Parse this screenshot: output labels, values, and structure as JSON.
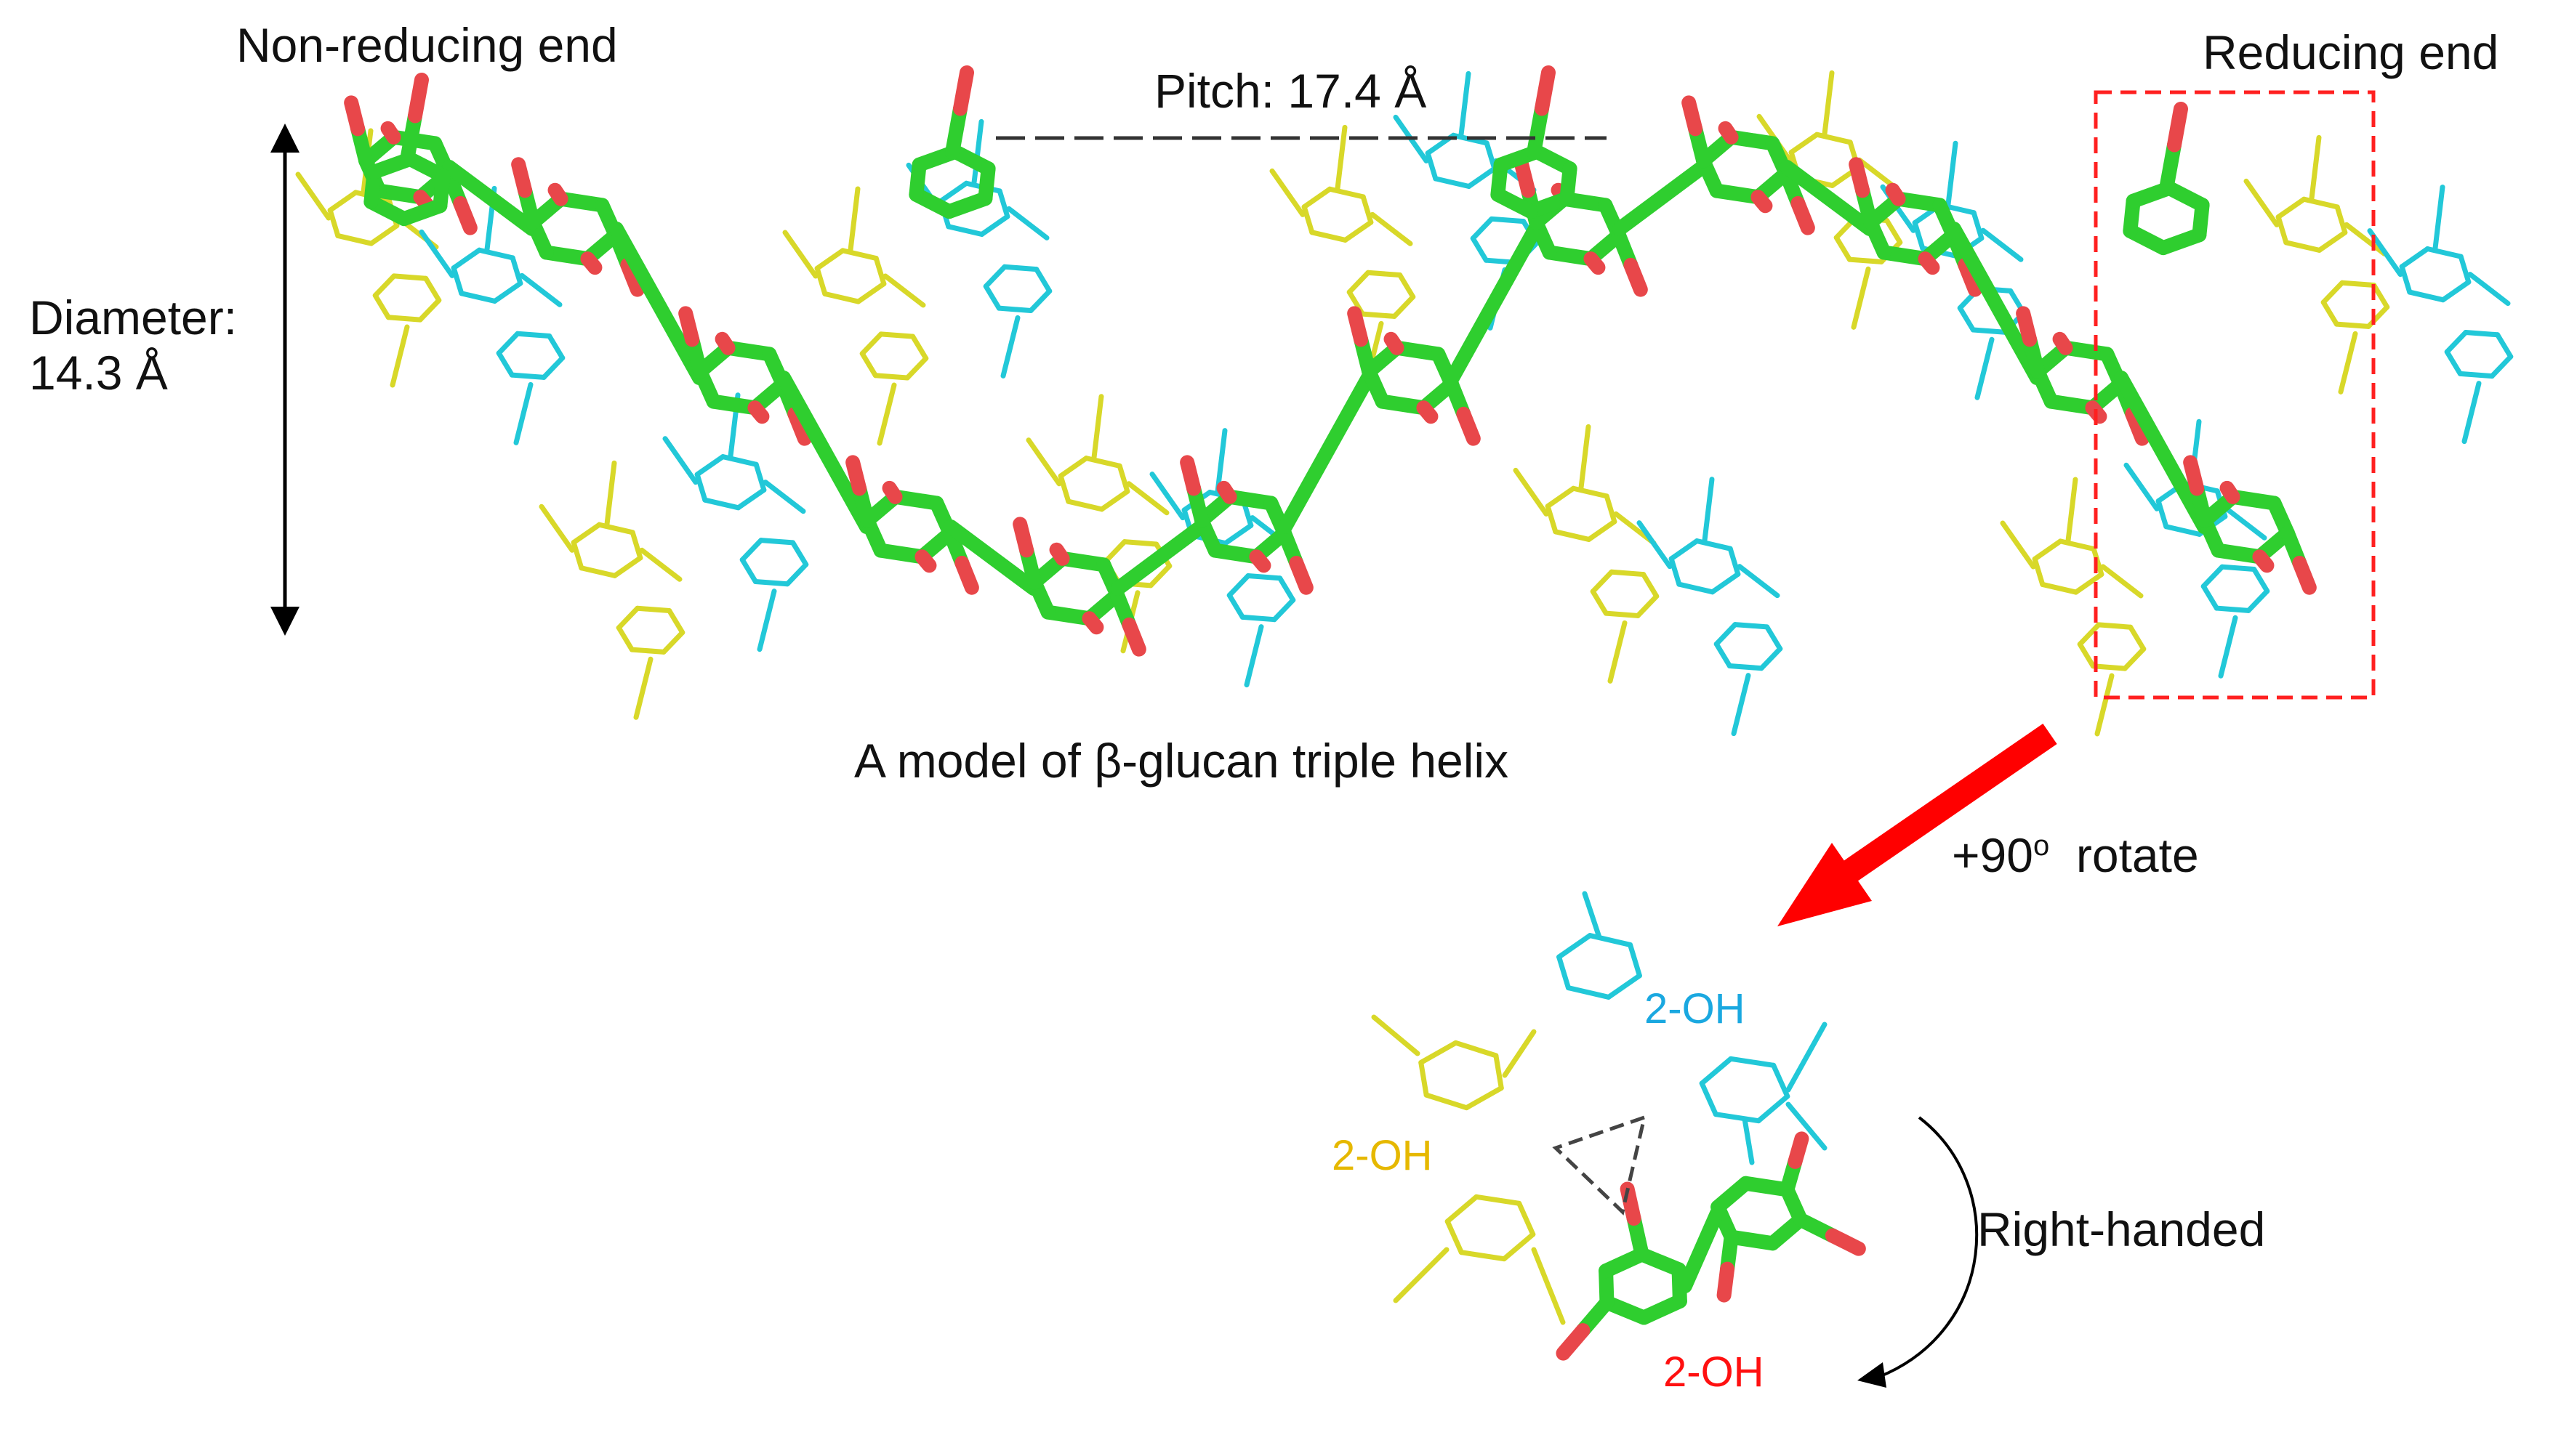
{
  "labels": {
    "non_reducing_end": "Non-reducing end",
    "reducing_end": "Reducing end",
    "pitch": "Pitch: 17.4 Å",
    "diameter_line1": "Diameter:",
    "diameter_line2": "14.3 Å",
    "model_caption": "A model of β-glucan triple helix",
    "rotate_value": "+90",
    "rotate_unit": "o",
    "rotate_word": "rotate",
    "right_handed": "Right-handed",
    "oh_cyan": "2-OH",
    "oh_yellow": "2-OH",
    "oh_red": "2-OH"
  },
  "colors": {
    "green_chain": "#2fce2f",
    "oxygen": "#e8474a",
    "cyan_chain": "#22c8d8",
    "yellow_chain": "#d8d829",
    "arrow_red": "#ff0000",
    "box_dash": "#ff2020",
    "oh_cyan_text": "#1aa8e0",
    "oh_yellow_text": "#e6b800",
    "oh_red_text": "#ff1010"
  }
}
